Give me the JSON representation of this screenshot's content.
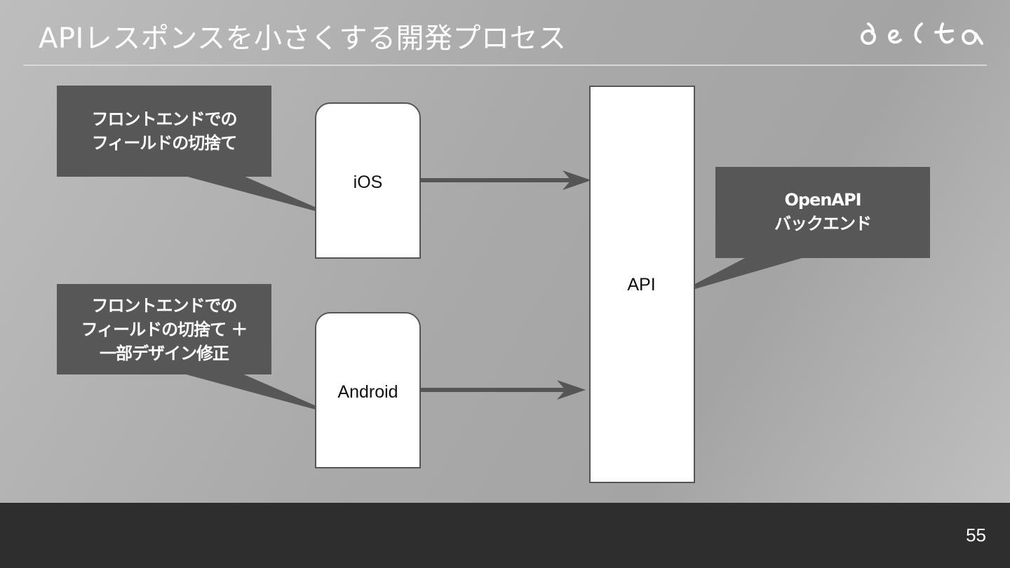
{
  "slide": {
    "title": "APIレスポンスを小さくする開発プロセス",
    "logo_text": "delta",
    "page_number": "55"
  },
  "diagram": {
    "nodes": {
      "ios": "iOS",
      "android": "Android",
      "api": "API"
    },
    "callouts": {
      "ios_note": [
        "フロントエンドでの",
        "フィールドの切捨て"
      ],
      "android_note": [
        "フロントエンドでの",
        "フィールドの切捨て ＋",
        "一部デザイン修正"
      ],
      "api_note": [
        "OpenAPI",
        "バックエンド"
      ]
    },
    "edges": [
      {
        "from": "iOS",
        "to": "API"
      },
      {
        "from": "Android",
        "to": "API"
      }
    ]
  },
  "colors": {
    "callout_bg": "#575757",
    "arrow": "#555555",
    "footer_bg": "#2e2e2e"
  }
}
